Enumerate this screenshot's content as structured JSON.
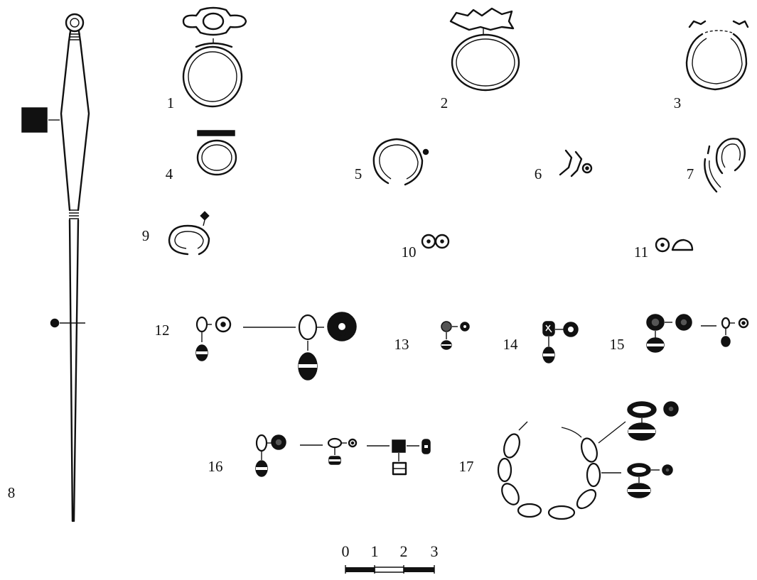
{
  "figure": {
    "item_labels": {
      "i1": "1",
      "i2": "2",
      "i3": "3",
      "i4": "4",
      "i5": "5",
      "i6": "6",
      "i7": "7",
      "i8": "8",
      "i9": "9",
      "i10": "10",
      "i11": "11",
      "i12": "12",
      "i13": "13",
      "i14": "14",
      "i15": "15",
      "i16": "16",
      "i17": "17"
    },
    "scale_bar": {
      "ticks": [
        "0",
        "1",
        "2",
        "3"
      ]
    }
  }
}
